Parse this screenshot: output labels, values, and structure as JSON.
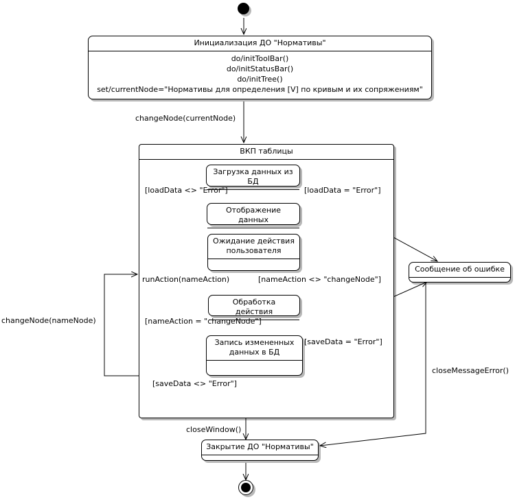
{
  "diagram": {
    "title": "UML state machine diagram",
    "language": "ru",
    "stroke_color": "#000000",
    "background_color": "#ffffff",
    "shadow_color": "rgba(0,0,0,0.28)"
  },
  "states": {
    "init": {
      "name": "Инициализация ДО \"Нормативы\"",
      "actions": "do/initToolBar()\ndo/initStatusBar()\ndo/initTree()\nset/currentNode=\"Нормативы для определения [V] по кривым и их сопряжениям\""
    },
    "composite": {
      "name": "ВКП таблицы"
    },
    "load_data": {
      "name": "Загрузка данных из БД"
    },
    "show_data": {
      "name": "Отображение данных"
    },
    "wait_user": {
      "name": "Ожидание действия\nпользователя"
    },
    "process_action": {
      "name": "Обработка действия"
    },
    "save_data": {
      "name": "Запись измененных\nданных в БД"
    },
    "error_message": {
      "name": "Сообщение об ошибке"
    },
    "close": {
      "name": "Закрытие ДО \"Нормативы\""
    }
  },
  "pseudostates": {
    "start_top": "initial-state",
    "start_inner": "initial-state",
    "final_inner": "final-state",
    "final_bottom": "final-state"
  },
  "transitions": {
    "change_node_current": "changeNode(currentNode)",
    "load_ok": "[loadData <> \"Error\"]",
    "load_error": "[loadData = \"Error\"]",
    "run_action": "runAction(nameAction)",
    "name_action_not_change": "[nameAction <> \"changeNode\"]",
    "name_action_change": "[nameAction = \"changeNode\"]",
    "save_error": "[saveData = \"Error\"]",
    "save_ok": "[saveData <> \"Error\"]",
    "change_node_name": "changeNode(nameNode)",
    "close_window": "closeWindow()",
    "close_message_error": "closeMessageError()"
  }
}
